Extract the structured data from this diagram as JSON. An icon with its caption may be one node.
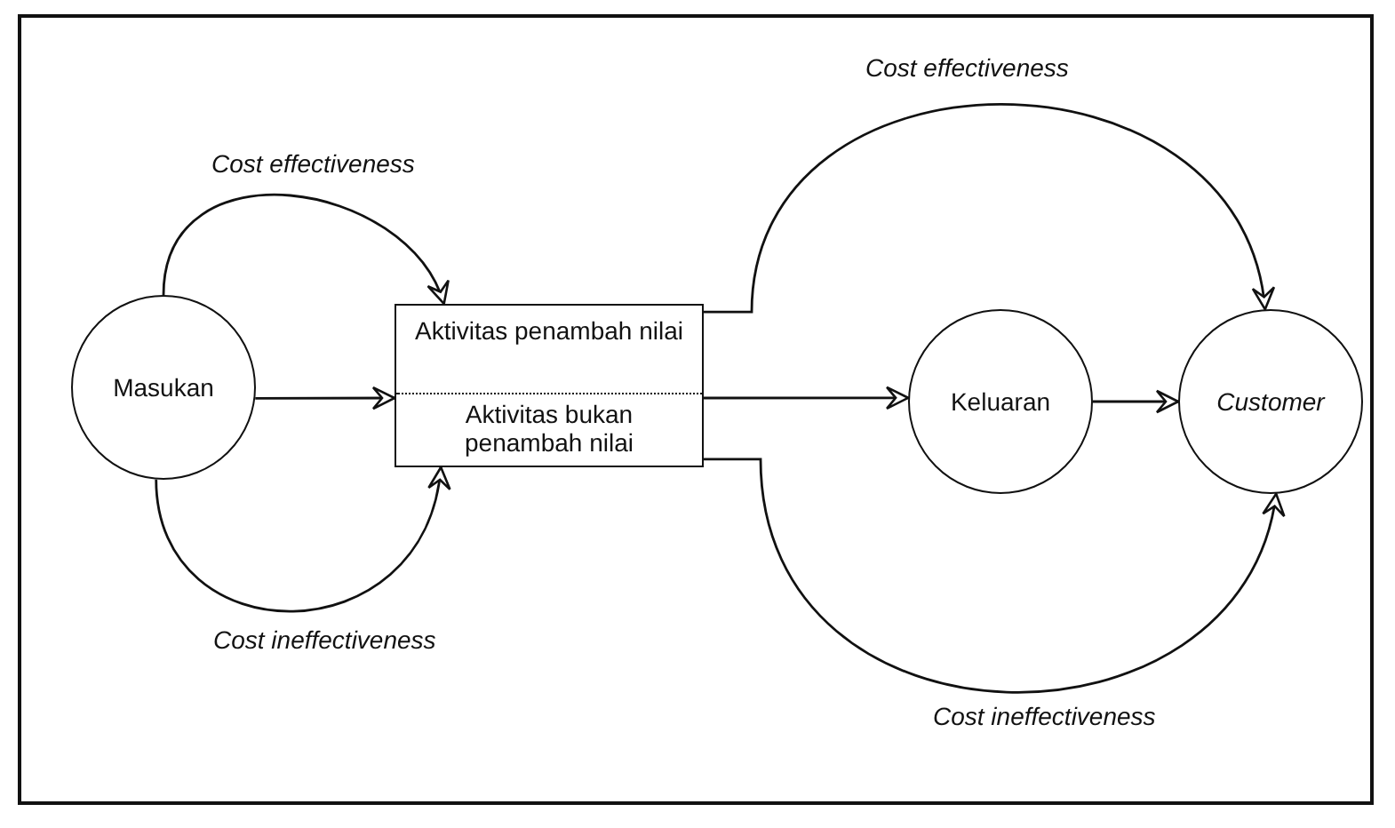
{
  "diagram": {
    "nodes": [
      {
        "text": [
          "Masukan"
        ]
      },
      {
        "text": [
          "Aktivitas penambah nilai",
          "Aktivitas bukan penambah nilai"
        ]
      },
      {
        "text": [
          "Keluaran"
        ]
      },
      {
        "text": [
          "Customer"
        ]
      }
    ],
    "edges": [
      {
        "from": 0,
        "to": 1,
        "arrow": "to",
        "label": "Cost effectiveness"
      },
      {
        "from": 0,
        "to": 1,
        "arrow": "to"
      },
      {
        "from": 0,
        "to": 1,
        "arrow": "to",
        "label": "Cost ineffectiveness"
      },
      {
        "from": 1,
        "to": 2,
        "arrow": "to"
      },
      {
        "from": 2,
        "to": 3,
        "arrow": "to"
      },
      {
        "from": 1,
        "to": 3,
        "arrow": "to",
        "label": "Cost effectiveness"
      },
      {
        "from": 1,
        "to": 3,
        "arrow": "to",
        "label": "Cost ineffectiveness"
      }
    ]
  }
}
